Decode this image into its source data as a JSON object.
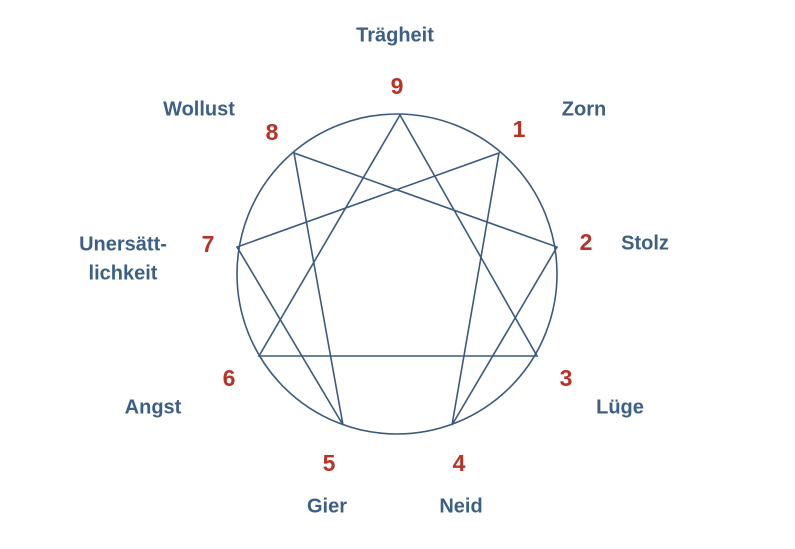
{
  "colors": {
    "line": "#3a5a7e",
    "number": "#b83226",
    "label": "#3c5f86",
    "background": "#ffffff"
  },
  "points": [
    {
      "number": "9",
      "label_lines": [
        "Trägheit"
      ]
    },
    {
      "number": "1",
      "label_lines": [
        "Zorn"
      ]
    },
    {
      "number": "2",
      "label_lines": [
        "Stolz"
      ]
    },
    {
      "number": "3",
      "label_lines": [
        "Lüge"
      ]
    },
    {
      "number": "4",
      "label_lines": [
        "Neid"
      ]
    },
    {
      "number": "5",
      "label_lines": [
        "Gier"
      ]
    },
    {
      "number": "6",
      "label_lines": [
        "Angst"
      ]
    },
    {
      "number": "7",
      "label_lines": [
        "Unersätt-",
        "lichkeit"
      ]
    },
    {
      "number": "8",
      "label_lines": [
        "Wollust"
      ]
    }
  ],
  "connections": {
    "triangle": [
      "9",
      "3",
      "6"
    ],
    "hexad": [
      "1",
      "4",
      "2",
      "8",
      "5",
      "7"
    ]
  }
}
